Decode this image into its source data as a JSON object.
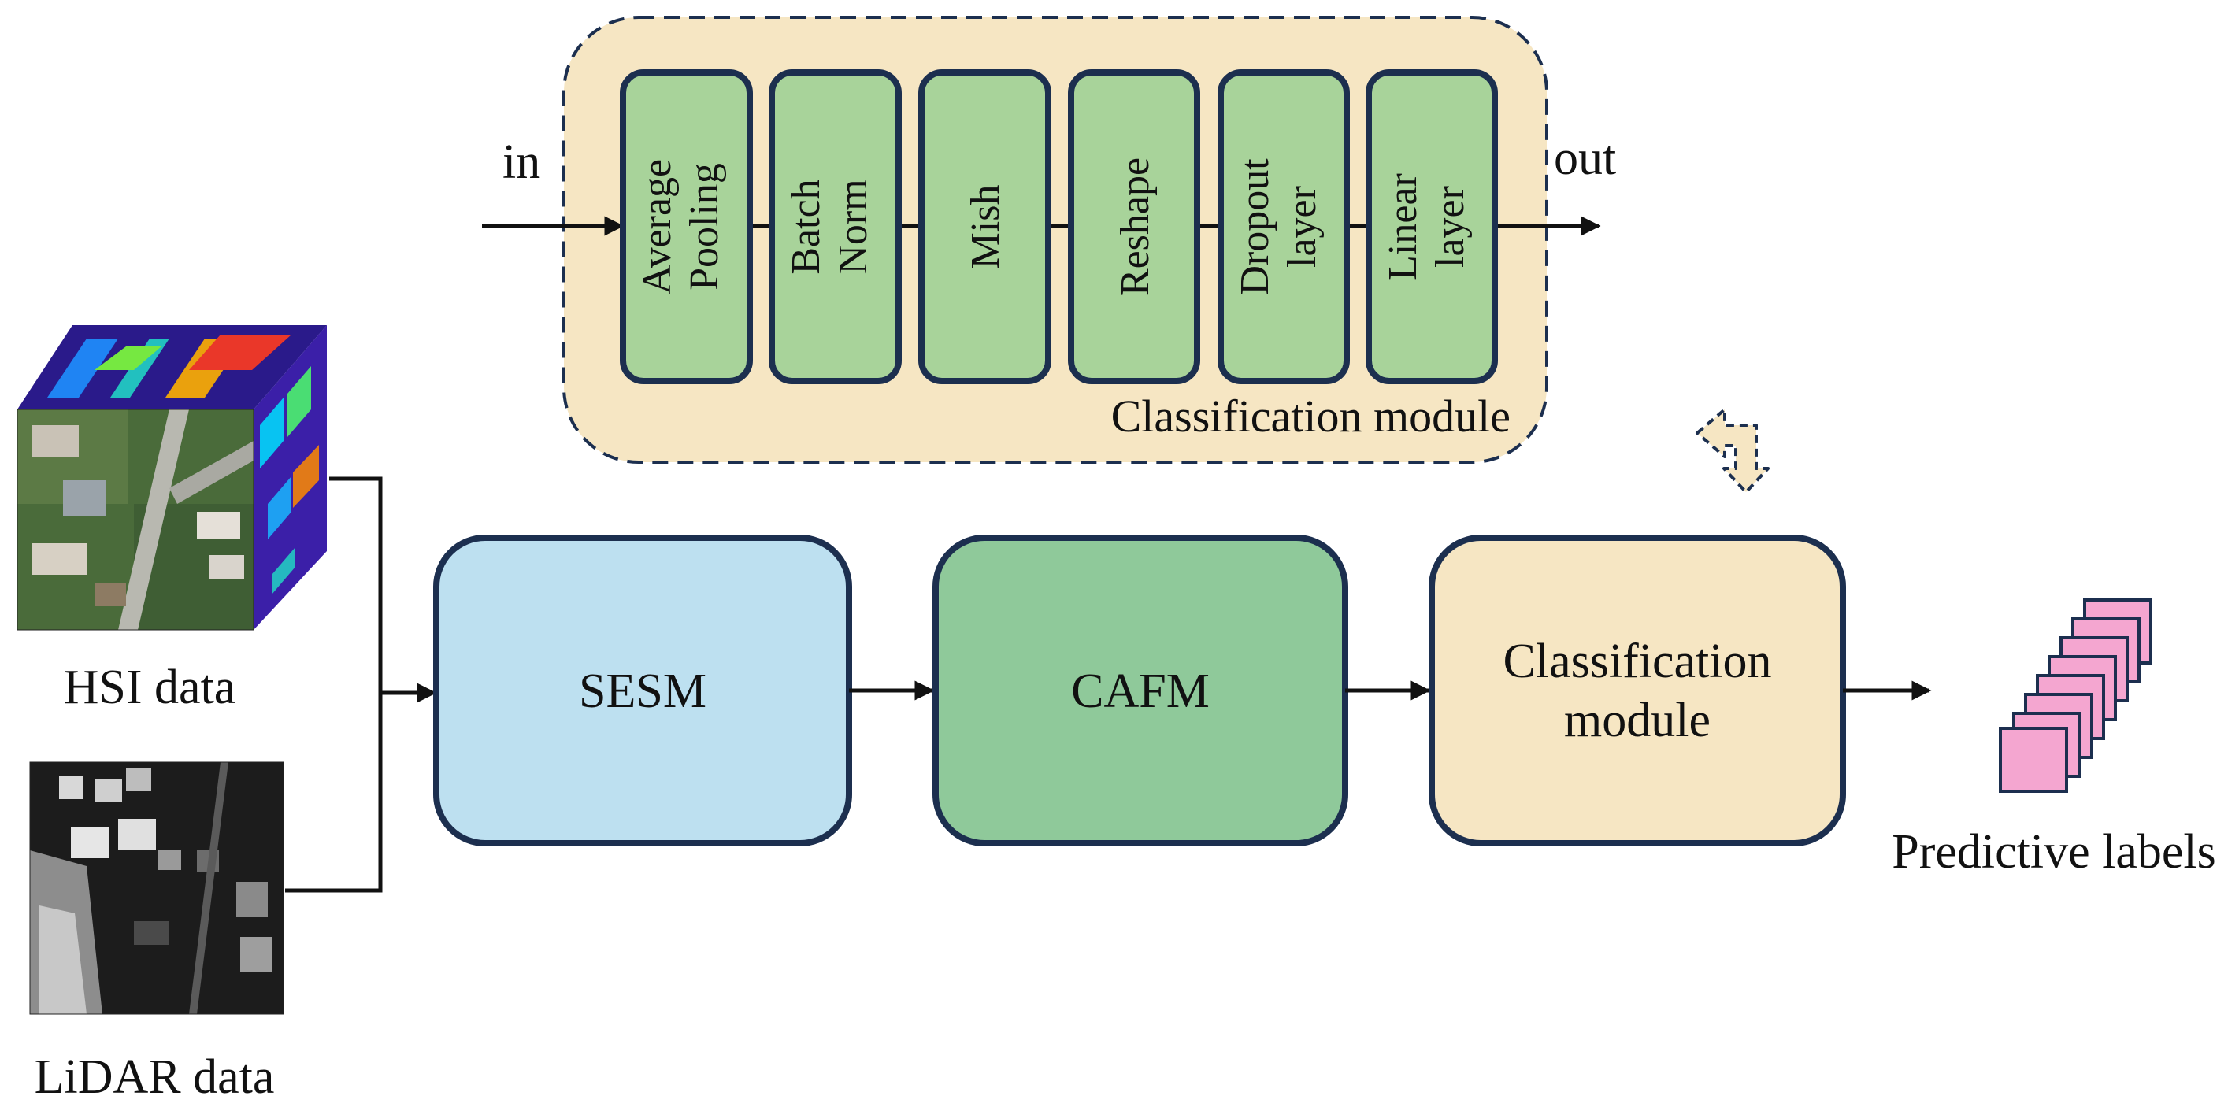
{
  "inputs": {
    "hsi_label": "HSI data",
    "lidar_label": "LiDAR data"
  },
  "modules": {
    "sesm": "SESM",
    "cafm": "CAFM",
    "classification_line1": "Classification",
    "classification_line2": "module"
  },
  "detail": {
    "title": "Classification module",
    "in_label": "in",
    "out_label": "out",
    "stages": [
      {
        "line1": "Average",
        "line2": "Pooling"
      },
      {
        "line1": "Batch",
        "line2": "Norm"
      },
      {
        "line1": "Mish",
        "line2": ""
      },
      {
        "line1": "Reshape",
        "line2": ""
      },
      {
        "line1": "Dropout",
        "line2": "layer"
      },
      {
        "line1": "Linear",
        "line2": "layer"
      }
    ]
  },
  "output": {
    "label": "Predictive labels"
  },
  "colors": {
    "sesm_fill": "#bde0f0",
    "cafm_fill": "#8fc99a",
    "classification_fill": "#f6e6c3",
    "stage_fill": "#a8d39a",
    "border": "#1c2f4f",
    "label_stack_fill": "#f4a6d0"
  }
}
